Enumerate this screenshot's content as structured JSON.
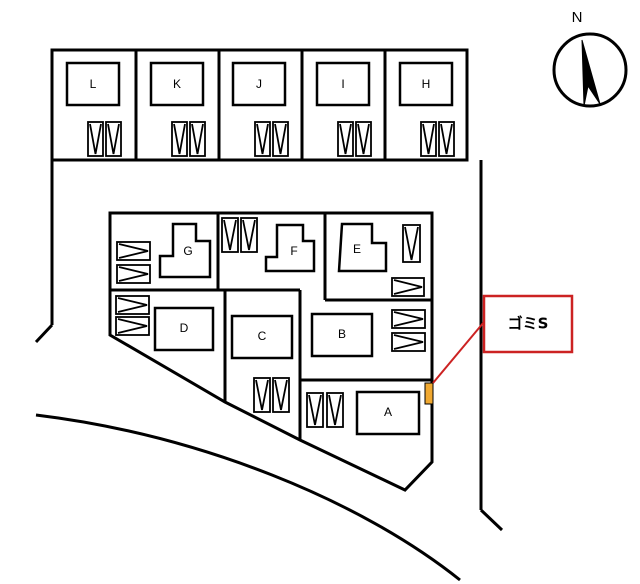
{
  "map": {
    "lots": [
      {
        "id": "L",
        "label": "L"
      },
      {
        "id": "K",
        "label": "K"
      },
      {
        "id": "J",
        "label": "J"
      },
      {
        "id": "I",
        "label": "I"
      },
      {
        "id": "H",
        "label": "H"
      },
      {
        "id": "G",
        "label": "G"
      },
      {
        "id": "F",
        "label": "F"
      },
      {
        "id": "E",
        "label": "E"
      },
      {
        "id": "D",
        "label": "D"
      },
      {
        "id": "C",
        "label": "C"
      },
      {
        "id": "B",
        "label": "B"
      },
      {
        "id": "A",
        "label": "A"
      }
    ],
    "garbage_station": {
      "label": "ゴミS",
      "color": "#f0a830"
    },
    "callout_color": "#cc2222",
    "compass": {
      "label": "N"
    }
  }
}
